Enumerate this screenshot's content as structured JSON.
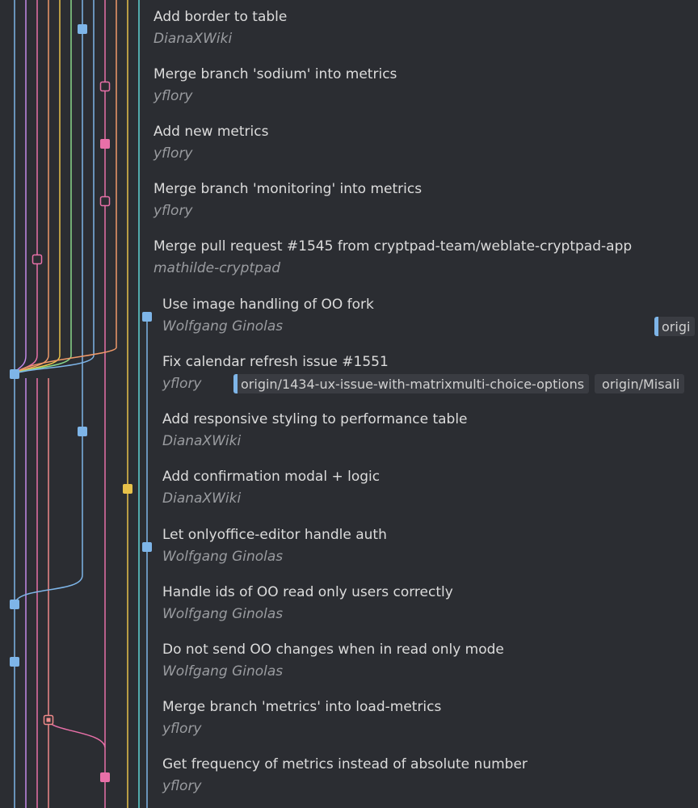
{
  "colors": {
    "background": "#2b2d32",
    "blue": "#7eb5e8",
    "pink": "#e870a8",
    "purple": "#c38ae8",
    "orange": "#f09a6a",
    "yellow": "#e8c24a",
    "teal": "#5fd3d3",
    "green": "#8ad88a",
    "salmon": "#f08a8a"
  },
  "commits": [
    {
      "message": "Add border to table",
      "author": "DianaXWiki",
      "refs": []
    },
    {
      "message": "Merge branch 'sodium' into metrics",
      "author": "yflory",
      "refs": []
    },
    {
      "message": "Add new metrics",
      "author": "yflory",
      "refs": []
    },
    {
      "message": "Merge branch 'monitoring' into metrics",
      "author": "yflory",
      "refs": []
    },
    {
      "message": "Merge pull request #1545 from cryptpad-team/weblate-cryptpad-app",
      "author": "mathilde-cryptpad",
      "refs": []
    },
    {
      "message": "Use image handling of OO fork",
      "author": "Wolfgang Ginolas",
      "refs": [
        "origi"
      ]
    },
    {
      "message": "Fix calendar refresh issue #1551",
      "author": "yflory",
      "refs": [
        "origin/1434-ux-issue-with-matrixmulti-choice-options",
        "origin/Misali"
      ]
    },
    {
      "message": "Add responsive styling to performance table",
      "author": "DianaXWiki",
      "refs": []
    },
    {
      "message": "Add confirmation modal + logic",
      "author": "DianaXWiki",
      "refs": []
    },
    {
      "message": "Let onlyoffice-editor handle auth",
      "author": "Wolfgang Ginolas",
      "refs": []
    },
    {
      "message": "Handle ids of OO read only users correctly",
      "author": "Wolfgang Ginolas",
      "refs": []
    },
    {
      "message": "Do not send OO changes when in read only mode",
      "author": "Wolfgang Ginolas",
      "refs": []
    },
    {
      "message": "Merge branch 'metrics' into load-metrics",
      "author": "yflory",
      "refs": []
    },
    {
      "message": "Get frequency of metrics instead of absolute number",
      "author": "yflory",
      "refs": []
    }
  ]
}
